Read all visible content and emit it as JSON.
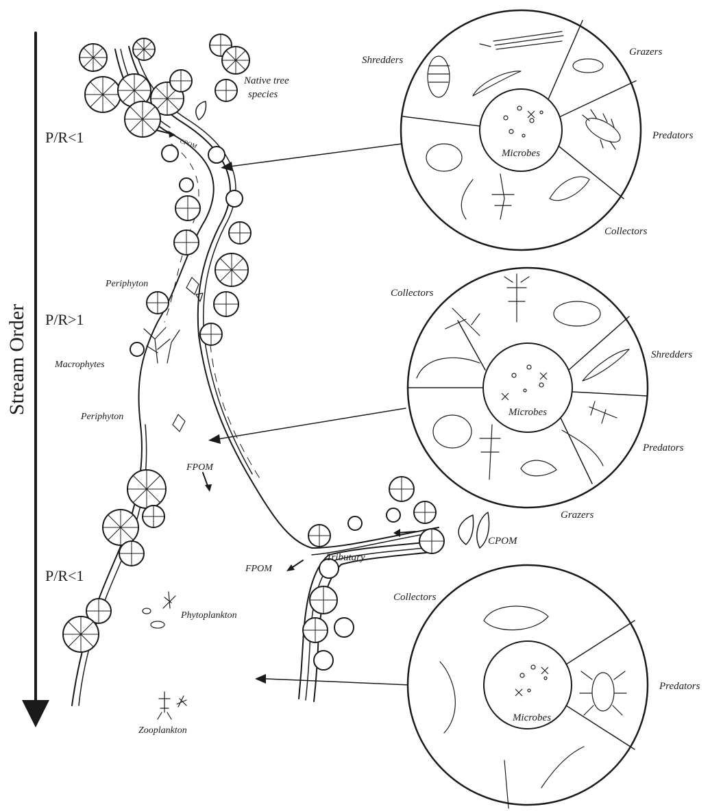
{
  "axis": {
    "label": "Stream Order"
  },
  "pr_labels": [
    "P/R<1",
    "P/R>1",
    "P/R<1"
  ],
  "stream_labels": {
    "native_trees": [
      "Native tree",
      "species"
    ],
    "cpom_small": "CPOM",
    "periphyton_1": "Periphyton",
    "macrophytes": "Macrophytes",
    "periphyton_2": "Periphyton",
    "fpom_1": "FPOM",
    "fpom_2": "FPOM",
    "tributary": "Tributary",
    "cpom_tributary": "CPOM",
    "phytoplankton": "Phytoplankton",
    "zooplankton": "Zooplankton"
  },
  "circles": [
    {
      "center": "Microbes",
      "groups": [
        "Shredders",
        "Grazers",
        "Predators",
        "Collectors"
      ]
    },
    {
      "center": "Microbes",
      "groups": [
        "Collectors",
        "Shredders",
        "Predators",
        "Grazers"
      ]
    },
    {
      "center": "Microbes",
      "groups": [
        "Collectors",
        "Predators"
      ]
    }
  ],
  "icons": {
    "trees": "tree-crown-icon",
    "arrows": "arrow-left-icon",
    "axis_arrow": "arrow-down-icon",
    "invertebrates": "invertebrate-icon",
    "microbes": "microbe-icon",
    "leaves": "leaf-icon"
  },
  "colors": {
    "ink": "#1a1a1a",
    "background": "#ffffff"
  }
}
